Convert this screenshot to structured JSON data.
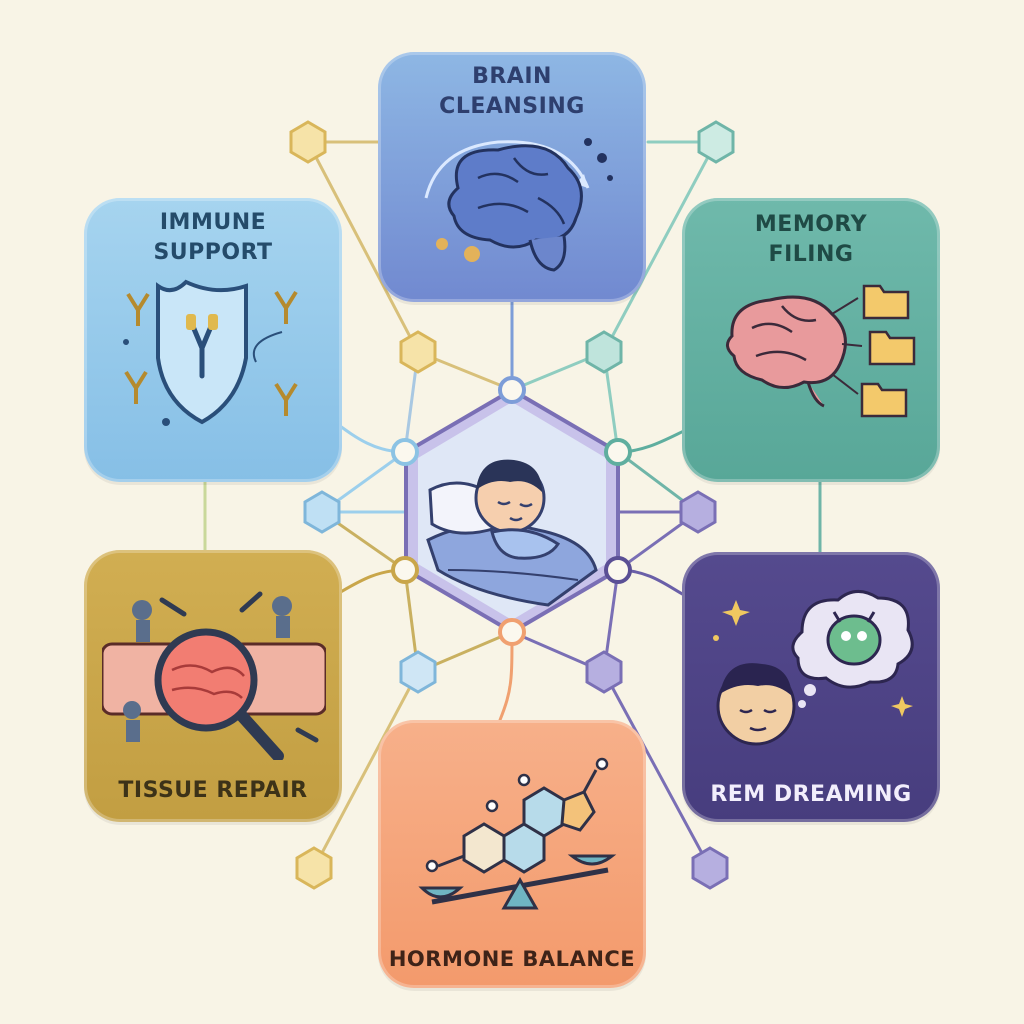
{
  "cards": {
    "brain_cleansing": {
      "title": "BRAIN\nCLEANSING",
      "color": "#7d9dd8",
      "text_color": "#2e3f6e"
    },
    "immune_support": {
      "title": "IMMUNE\nSUPPORT",
      "color": "#9ccfec",
      "text_color": "#244b6a"
    },
    "memory_filing": {
      "title": "MEMORY\nFILING",
      "color": "#5fae9f",
      "text_color": "#1f4a45"
    },
    "tissue_repair": {
      "title": "TISSUE REPAIR",
      "color": "#c9a64a",
      "text_color": "#3c3218"
    },
    "rem_dreaming": {
      "title": "REM DREAMING",
      "color": "#4f4487",
      "text_color": "#f2eefc"
    },
    "hormone_balance": {
      "title": "HORMONE BALANCE",
      "color": "#f5a77c",
      "text_color": "#3e2318"
    }
  },
  "center": {
    "icon": "sleeping-person-icon"
  },
  "palette": {
    "background": "#f8f4e6",
    "hex_gold": "#e8c77a",
    "hex_blue": "#a9d3ec",
    "hex_teal": "#8fcdc0",
    "hex_purple": "#8d84c3"
  }
}
